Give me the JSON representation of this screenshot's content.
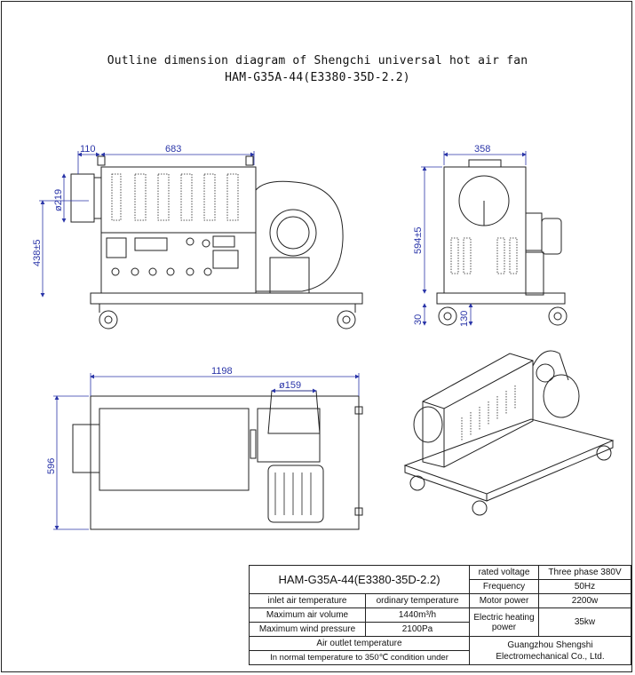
{
  "title": {
    "line1": "Outline dimension diagram of Shengchi universal hot air fan",
    "line2": "HAM-G35A-44(E3380-35D-2.2)"
  },
  "dimensions": {
    "front_flange": "110",
    "front_length": "683",
    "front_dia": "ø219",
    "front_height": "438±5",
    "side_width": "358",
    "side_height": "594±5",
    "side_wheel": "30",
    "side_base": "130",
    "top_length": "1198",
    "top_outlet": "ø159",
    "top_width": "596"
  },
  "table": {
    "model": "HAM-G35A-44(E3380-35D-2.2)",
    "rated_voltage_label": "rated voltage",
    "rated_voltage_value": "Three phase 380V",
    "frequency_label": "Frequency",
    "frequency_value": "50Hz",
    "inlet_label": "inlet air temperature",
    "inlet_value": "ordinary temperature",
    "motor_label": "Motor power",
    "motor_value": "2200w",
    "volume_label": "Maximum air volume",
    "volume_value": "1440m³/h",
    "heating_label": "Electric heating power",
    "heating_value": "35kw",
    "pressure_label": "Maximum wind pressure",
    "pressure_value": "2100Pa",
    "outlet_label": "Air outlet temperature",
    "outlet_value": "In normal temperature to 350℃ condition under",
    "company": "Guangzhou Shengshi Electromechanical Co., Ltd."
  }
}
